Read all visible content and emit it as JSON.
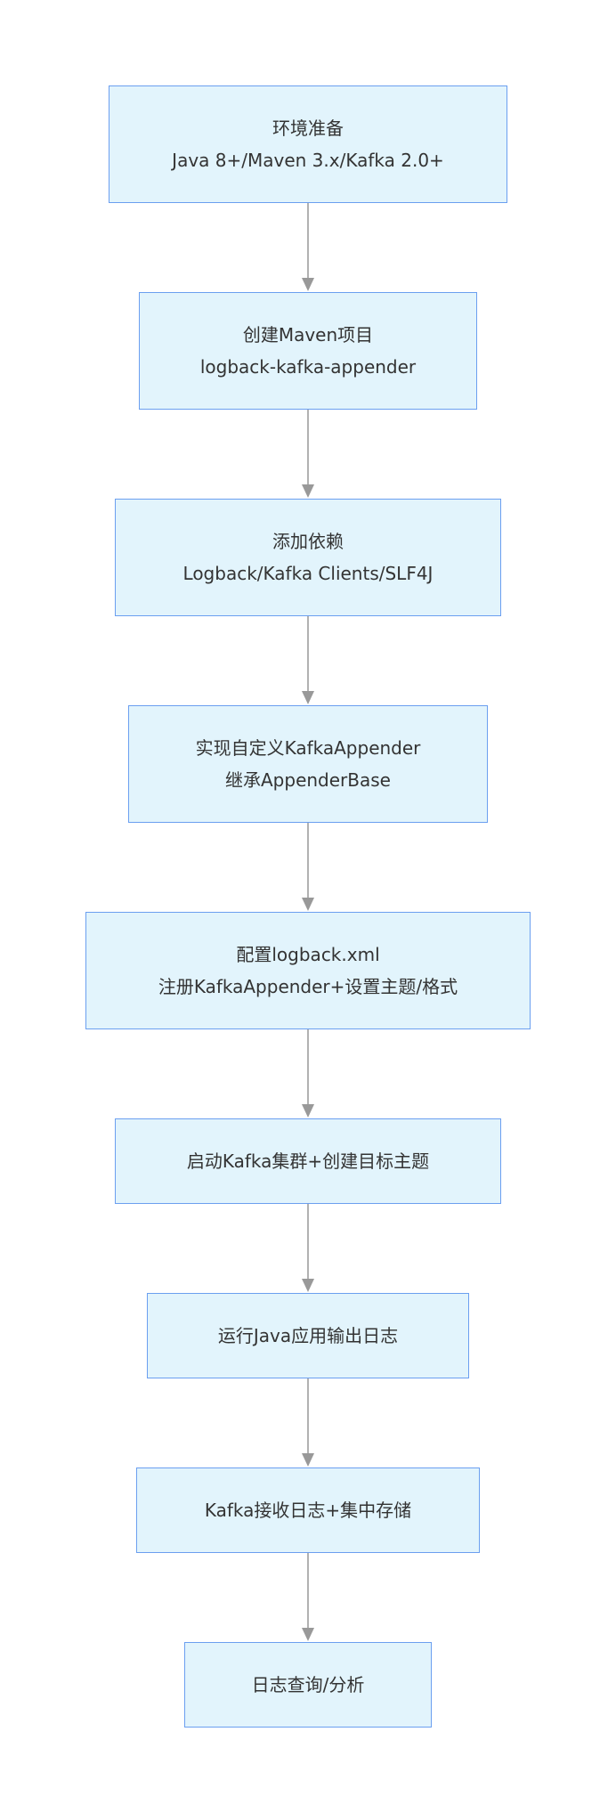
{
  "diagram": {
    "type": "flowchart",
    "direction": "top-to-bottom",
    "colors": {
      "node_fill": "#e2f4fc",
      "node_border": "#6b9ff0",
      "text": "#333333",
      "edge": "#999999"
    },
    "nodes": [
      {
        "id": "env",
        "lines": [
          "环境准备",
          "Java 8+/Maven 3.x/Kafka 2.0+"
        ]
      },
      {
        "id": "maven",
        "lines": [
          "创建Maven项目",
          "logback-kafka-appender"
        ]
      },
      {
        "id": "deps",
        "lines": [
          "添加依赖",
          "Logback/Kafka Clients/SLF4J"
        ]
      },
      {
        "id": "impl",
        "lines": [
          "实现自定义KafkaAppender",
          "继承AppenderBase"
        ]
      },
      {
        "id": "config",
        "lines": [
          "配置logback.xml",
          "注册KafkaAppender+设置主题/格式"
        ]
      },
      {
        "id": "cluster",
        "lines": [
          "启动Kafka集群+创建目标主题"
        ]
      },
      {
        "id": "run",
        "lines": [
          "运行Java应用输出日志"
        ]
      },
      {
        "id": "receive",
        "lines": [
          "Kafka接收日志+集中存储"
        ]
      },
      {
        "id": "query",
        "lines": [
          "日志查询/分析"
        ]
      }
    ],
    "edges": [
      {
        "from": "env",
        "to": "maven"
      },
      {
        "from": "maven",
        "to": "deps"
      },
      {
        "from": "deps",
        "to": "impl"
      },
      {
        "from": "impl",
        "to": "config"
      },
      {
        "from": "config",
        "to": "cluster"
      },
      {
        "from": "cluster",
        "to": "run"
      },
      {
        "from": "run",
        "to": "receive"
      },
      {
        "from": "receive",
        "to": "query"
      }
    ]
  }
}
